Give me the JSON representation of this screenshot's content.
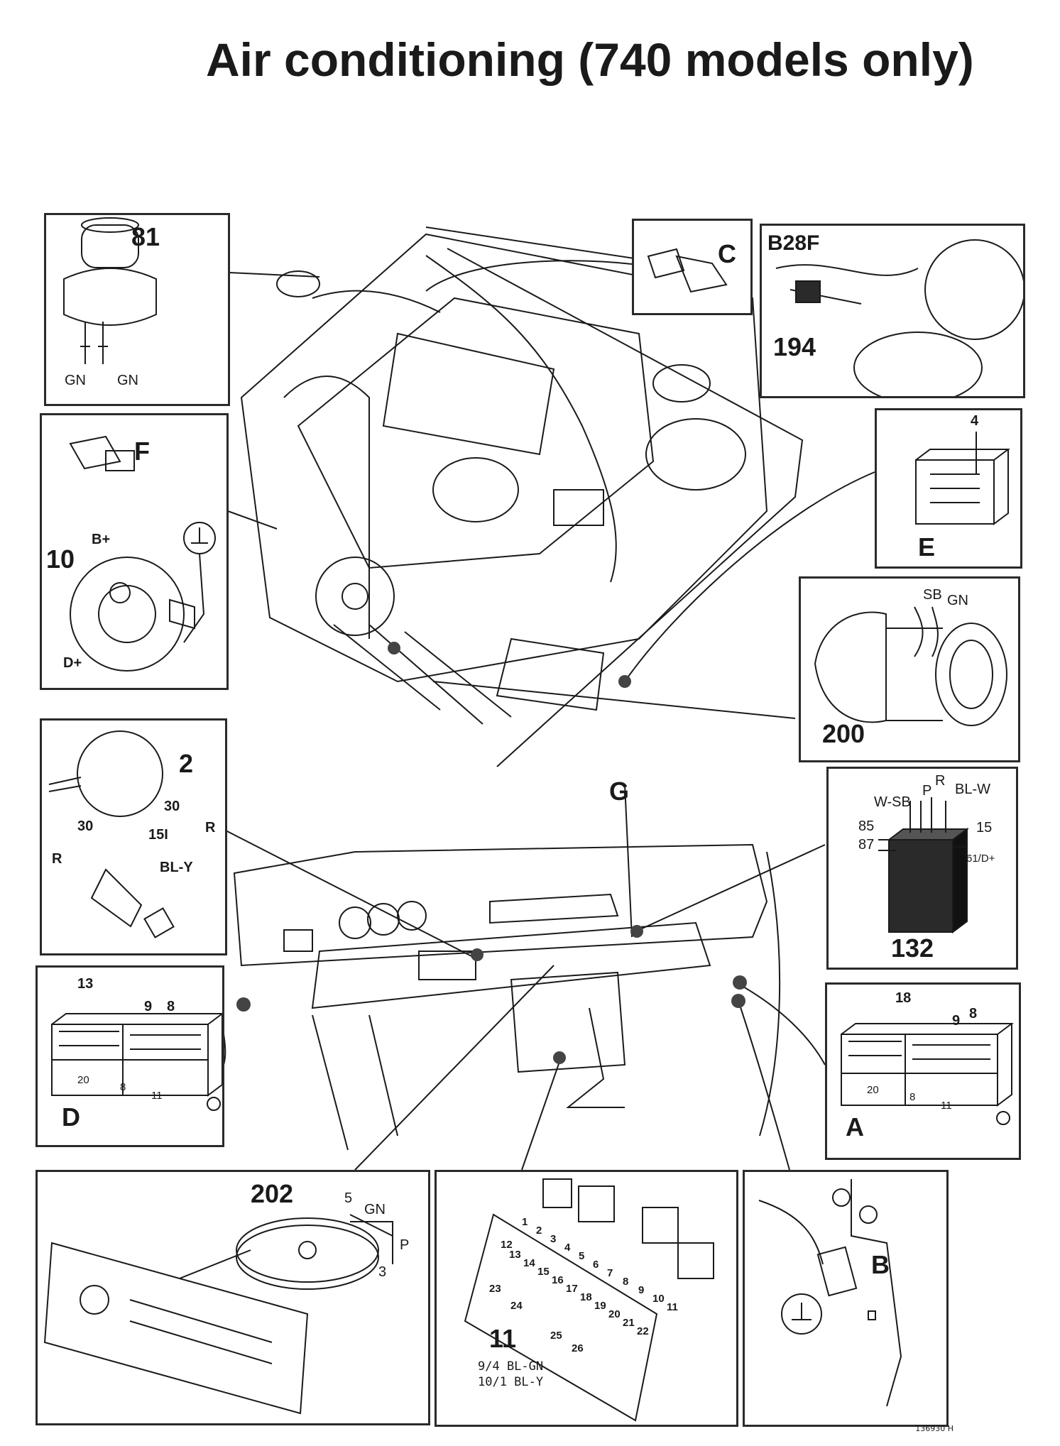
{
  "title": "Air conditioning (740 models only)",
  "footer_code": "136930 H",
  "colors": {
    "ink": "#1a1a1a",
    "paper": "#ffffff",
    "pin_dot": "#444444"
  },
  "panels": {
    "p81": {
      "number": "81",
      "wires": [
        "GN",
        "GN"
      ]
    },
    "pC": {
      "letter": "C"
    },
    "pB28F": {
      "engine": "B28F",
      "number": "194"
    },
    "pF10": {
      "letter": "F",
      "number": "10",
      "terminals": [
        "B+",
        "D+"
      ],
      "icon": "ground-symbol-icon"
    },
    "pE": {
      "letter": "E",
      "pin": "4"
    },
    "p200": {
      "number": "200",
      "wires": [
        "SB",
        "GN"
      ]
    },
    "p2": {
      "number": "2",
      "terminals": [
        "30",
        "R",
        "30",
        "R",
        "15I",
        "BL-Y"
      ]
    },
    "pG": {
      "letter": "G"
    },
    "p132": {
      "number": "132",
      "wires": [
        "W-SB",
        "P",
        "R",
        "BL-W"
      ],
      "pins": [
        "85",
        "87",
        "15",
        "61/D+"
      ]
    },
    "pD": {
      "letter": "D",
      "pins": [
        "13",
        "9",
        "8",
        "20",
        "8",
        "11"
      ]
    },
    "pA": {
      "letter": "A",
      "pins": [
        "18",
        "9",
        "8",
        "20",
        "8",
        "11"
      ]
    },
    "p202": {
      "number": "202",
      "wires": [
        "5",
        "GN",
        "P",
        "3"
      ]
    },
    "p11": {
      "number": "11",
      "fuses": [
        "1",
        "2",
        "3",
        "4",
        "5",
        "6",
        "7",
        "8",
        "9",
        "10",
        "11",
        "12",
        "13",
        "14",
        "15",
        "16",
        "17",
        "18",
        "19",
        "20",
        "21",
        "22",
        "23",
        "24",
        "25",
        "26"
      ],
      "notes": [
        "9/4  BL-GN",
        "10/1 BL-Y"
      ]
    },
    "pB": {
      "letter": "B",
      "icon": "ground-symbol-icon"
    }
  }
}
